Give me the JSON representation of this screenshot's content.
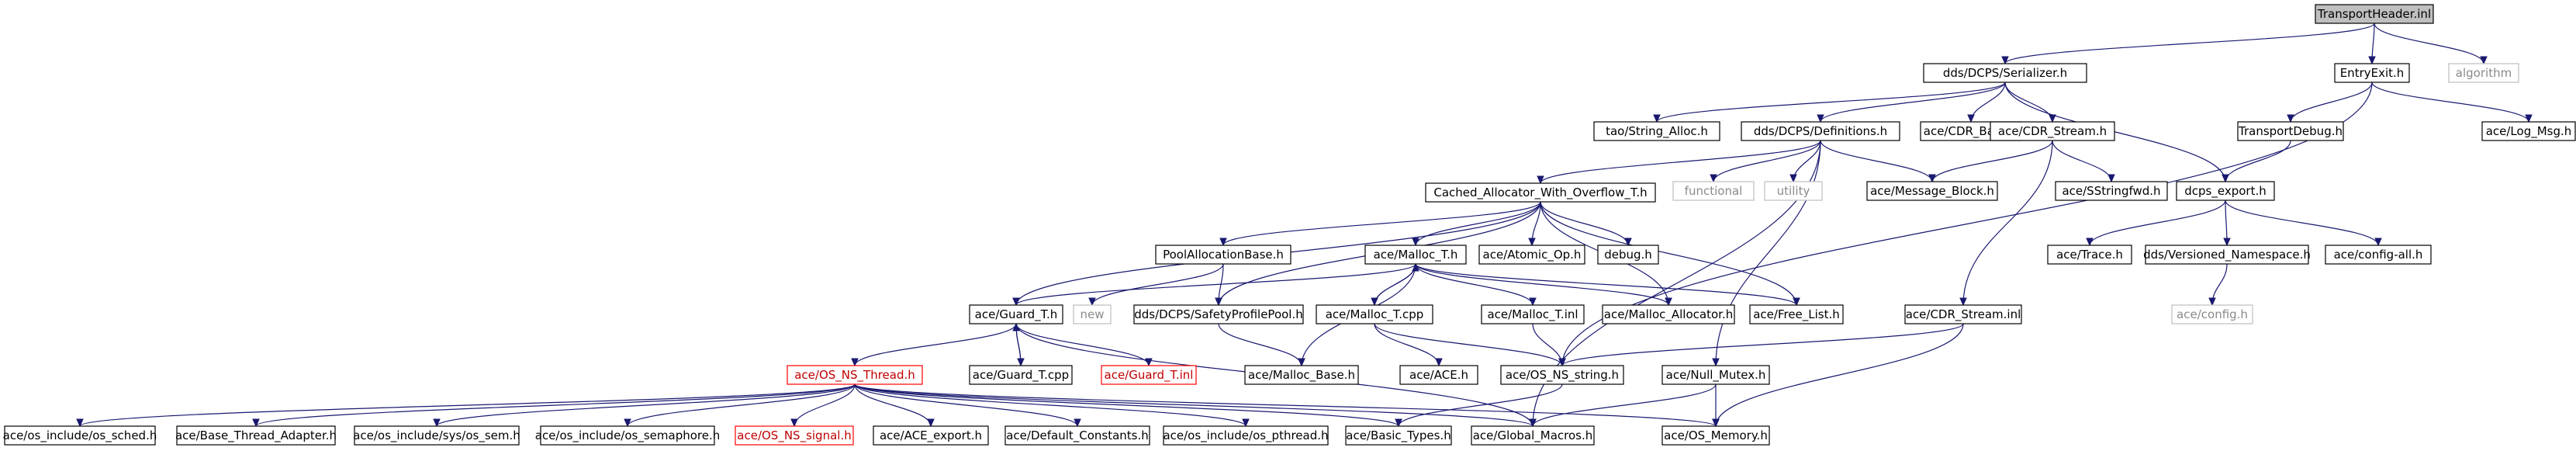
{
  "diagram": {
    "nodes": [
      {
        "id": "root",
        "label": "TransportHeader.inl",
        "kind": "root"
      },
      {
        "id": "serializer",
        "label": "dds/DCPS/Serializer.h",
        "kind": "normal"
      },
      {
        "id": "entryexit",
        "label": "EntryExit.h",
        "kind": "normal"
      },
      {
        "id": "algorithm",
        "label": "algorithm",
        "kind": "system"
      },
      {
        "id": "stringalloc",
        "label": "tao/String_Alloc.h",
        "kind": "normal"
      },
      {
        "id": "definitions",
        "label": "dds/DCPS/Definitions.h",
        "kind": "normal"
      },
      {
        "id": "cdrbase",
        "label": "ace/CDR_Base.h",
        "kind": "normal"
      },
      {
        "id": "cdrstream",
        "label": "ace/CDR_Stream.h",
        "kind": "normal"
      },
      {
        "id": "transportdebug",
        "label": "TransportDebug.h",
        "kind": "normal"
      },
      {
        "id": "logmsg",
        "label": "ace/Log_Msg.h",
        "kind": "normal"
      },
      {
        "id": "functional",
        "label": "functional",
        "kind": "system"
      },
      {
        "id": "utility",
        "label": "utility",
        "kind": "system"
      },
      {
        "id": "messageblock",
        "label": "ace/Message_Block.h",
        "kind": "normal"
      },
      {
        "id": "sstringfwd",
        "label": "ace/SStringfwd.h",
        "kind": "normal"
      },
      {
        "id": "dcpsexport",
        "label": "dcps_export.h",
        "kind": "normal"
      },
      {
        "id": "cachedalloc",
        "label": "Cached_Allocator_With_Overflow_T.h",
        "kind": "normal"
      },
      {
        "id": "poolalloc",
        "label": "PoolAllocationBase.h",
        "kind": "normal"
      },
      {
        "id": "malloct",
        "label": "ace/Malloc_T.h",
        "kind": "normal"
      },
      {
        "id": "atomicop",
        "label": "ace/Atomic_Op.h",
        "kind": "normal"
      },
      {
        "id": "debug",
        "label": "debug.h",
        "kind": "normal"
      },
      {
        "id": "acetrace",
        "label": "ace/Trace.h",
        "kind": "normal"
      },
      {
        "id": "versioned",
        "label": "dds/Versioned_Namespace.h",
        "kind": "normal"
      },
      {
        "id": "configall",
        "label": "ace/config-all.h",
        "kind": "normal"
      },
      {
        "id": "config",
        "label": "ace/config.h",
        "kind": "system"
      },
      {
        "id": "guardt",
        "label": "ace/Guard_T.h",
        "kind": "normal"
      },
      {
        "id": "new",
        "label": "new",
        "kind": "system"
      },
      {
        "id": "safetypool",
        "label": "dds/DCPS/SafetyProfilePool.h",
        "kind": "normal"
      },
      {
        "id": "malloctcpp",
        "label": "ace/Malloc_T.cpp",
        "kind": "normal"
      },
      {
        "id": "mallocinl",
        "label": "ace/Malloc_T.inl",
        "kind": "normal"
      },
      {
        "id": "mallocallocator",
        "label": "ace/Malloc_Allocator.h",
        "kind": "normal"
      },
      {
        "id": "freelist",
        "label": "ace/Free_List.h",
        "kind": "normal"
      },
      {
        "id": "cdrstreaminl",
        "label": "ace/CDR_Stream.inl",
        "kind": "normal"
      },
      {
        "id": "guardtcpp",
        "label": "ace/Guard_T.cpp",
        "kind": "normal"
      },
      {
        "id": "guardtinl",
        "label": "ace/Guard_T.inl",
        "kind": "truncated"
      },
      {
        "id": "mallocbase",
        "label": "ace/Malloc_Base.h",
        "kind": "normal"
      },
      {
        "id": "aceh",
        "label": "ace/ACE.h",
        "kind": "normal"
      },
      {
        "id": "osnsstring",
        "label": "ace/OS_NS_string.h",
        "kind": "normal"
      },
      {
        "id": "osnsthread",
        "label": "ace/OS_NS_Thread.h",
        "kind": "truncated"
      },
      {
        "id": "nullmutex",
        "label": "ace/Null_Mutex.h",
        "kind": "normal"
      },
      {
        "id": "ossched",
        "label": "ace/os_include/os_sched.h",
        "kind": "normal"
      },
      {
        "id": "basethread",
        "label": "ace/Base_Thread_Adapter.h",
        "kind": "normal"
      },
      {
        "id": "ossem",
        "label": "ace/os_include/sys/os_sem.h",
        "kind": "normal"
      },
      {
        "id": "ossemaphore",
        "label": "ace/os_include/os_semaphore.h",
        "kind": "normal"
      },
      {
        "id": "osnssignal",
        "label": "ace/OS_NS_signal.h",
        "kind": "truncated"
      },
      {
        "id": "aceexport",
        "label": "ace/ACE_export.h",
        "kind": "normal"
      },
      {
        "id": "defconst",
        "label": "ace/Default_Constants.h",
        "kind": "normal"
      },
      {
        "id": "ospthread",
        "label": "ace/os_include/os_pthread.h",
        "kind": "normal"
      },
      {
        "id": "basictypes",
        "label": "ace/Basic_Types.h",
        "kind": "normal"
      },
      {
        "id": "globalmacros",
        "label": "ace/Global_Macros.h",
        "kind": "normal"
      },
      {
        "id": "osmemory",
        "label": "ace/OS_Memory.h",
        "kind": "normal"
      }
    ],
    "edges": [
      [
        "root",
        "serializer"
      ],
      [
        "root",
        "entryexit"
      ],
      [
        "root",
        "algorithm"
      ],
      [
        "serializer",
        "stringalloc"
      ],
      [
        "serializer",
        "definitions"
      ],
      [
        "serializer",
        "cdrbase"
      ],
      [
        "serializer",
        "cdrstream"
      ],
      [
        "serializer",
        "dcpsexport"
      ],
      [
        "entryexit",
        "transportdebug"
      ],
      [
        "entryexit",
        "logmsg"
      ],
      [
        "entryexit",
        "osnsstring"
      ],
      [
        "transportdebug",
        "dcpsexport"
      ],
      [
        "definitions",
        "cachedalloc"
      ],
      [
        "definitions",
        "functional"
      ],
      [
        "definitions",
        "utility"
      ],
      [
        "definitions",
        "messageblock"
      ],
      [
        "definitions",
        "nullmutex"
      ],
      [
        "definitions",
        "globalmacros"
      ],
      [
        "cdrstream",
        "messageblock"
      ],
      [
        "cdrstream",
        "sstringfwd"
      ],
      [
        "cdrstream",
        "cdrstreaminl"
      ],
      [
        "dcpsexport",
        "acetrace"
      ],
      [
        "dcpsexport",
        "versioned"
      ],
      [
        "dcpsexport",
        "configall"
      ],
      [
        "versioned",
        "config"
      ],
      [
        "cachedalloc",
        "poolalloc"
      ],
      [
        "cachedalloc",
        "malloct"
      ],
      [
        "cachedalloc",
        "atomicop"
      ],
      [
        "cachedalloc",
        "debug"
      ],
      [
        "cachedalloc",
        "guardt"
      ],
      [
        "cachedalloc",
        "safetypool"
      ],
      [
        "cachedalloc",
        "mallocallocator"
      ],
      [
        "cachedalloc",
        "freelist"
      ],
      [
        "poolalloc",
        "new"
      ],
      [
        "poolalloc",
        "safetypool"
      ],
      [
        "malloct",
        "guardt"
      ],
      [
        "malloct",
        "malloctcpp"
      ],
      [
        "malloct",
        "mallocinl"
      ],
      [
        "malloct",
        "mallocallocator"
      ],
      [
        "malloct",
        "freelist"
      ],
      [
        "malloct",
        "mallocbase"
      ],
      [
        "malloctcpp",
        "malloct"
      ],
      [
        "malloctcpp",
        "aceh"
      ],
      [
        "malloctcpp",
        "osnsstring"
      ],
      [
        "mallocinl",
        "osnsstring"
      ],
      [
        "safetypool",
        "mallocbase"
      ],
      [
        "guardt",
        "guardtcpp"
      ],
      [
        "guardt",
        "guardtinl"
      ],
      [
        "guardt",
        "osnsthread"
      ],
      [
        "guardt",
        "globalmacros"
      ],
      [
        "guardtcpp",
        "guardt"
      ],
      [
        "cdrstreaminl",
        "osnsstring"
      ],
      [
        "cdrstreaminl",
        "osmemory"
      ],
      [
        "osnsstring",
        "basictypes"
      ],
      [
        "nullmutex",
        "globalmacros"
      ],
      [
        "nullmutex",
        "osmemory"
      ],
      [
        "osnsthread",
        "ossched"
      ],
      [
        "osnsthread",
        "basethread"
      ],
      [
        "osnsthread",
        "ossem"
      ],
      [
        "osnsthread",
        "ossemaphore"
      ],
      [
        "osnsthread",
        "osnssignal"
      ],
      [
        "osnsthread",
        "aceexport"
      ],
      [
        "osnsthread",
        "defconst"
      ],
      [
        "osnsthread",
        "ospthread"
      ],
      [
        "osnsthread",
        "basictypes"
      ],
      [
        "osnsthread",
        "globalmacros"
      ],
      [
        "osnsthread",
        "osmemory"
      ]
    ]
  },
  "colors": {
    "root_fill": "#bfbfbf",
    "node_fill": "#ffffff",
    "node_border": "#000000",
    "system_border": "#bfbfbf",
    "system_text": "#8a8a8a",
    "truncated_border": "#ff0000",
    "truncated_text": "#c00000",
    "edge": "#191970",
    "text": "#000000"
  }
}
